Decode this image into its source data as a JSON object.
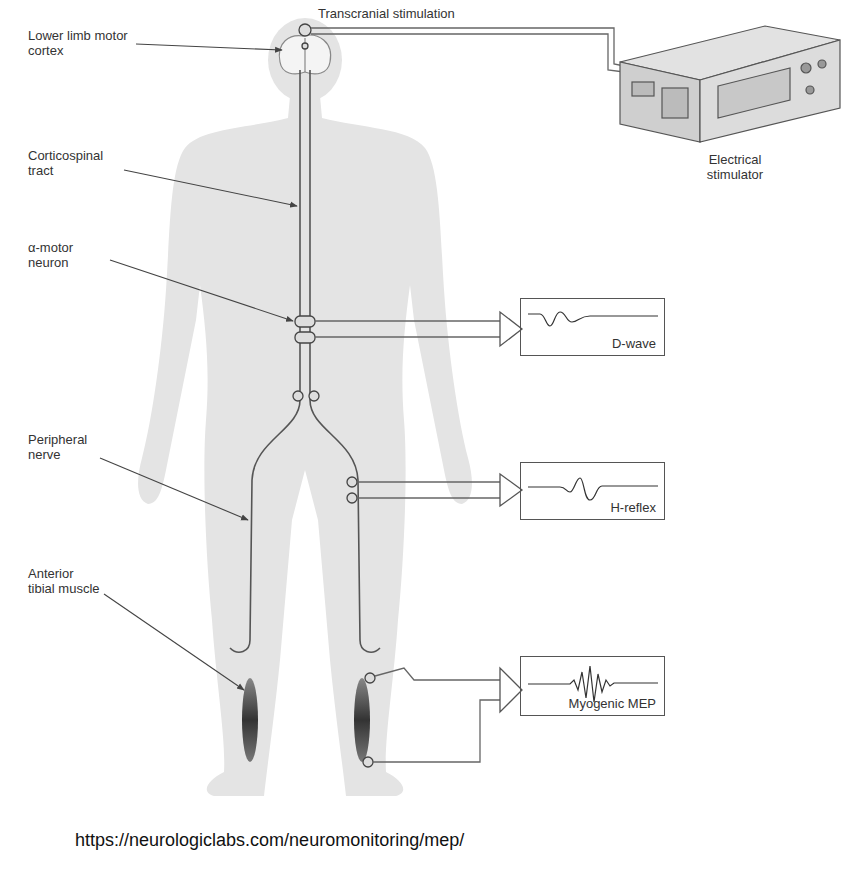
{
  "diagram": {
    "nodes": [
      {
        "text": [
          "Electrical stimulator"
        ]
      },
      {
        "text": [
          "D-wave"
        ]
      },
      {
        "text": [
          "H-reflex"
        ]
      },
      {
        "text": [
          "Myogenic MEP"
        ]
      }
    ],
    "labels": [
      "Transcranial stimulation",
      "Lower limb motor cortex",
      "Corticospinal tract",
      "α-motor neuron",
      "Peripheral nerve",
      "Anterior tibial muscle",
      "https://neurologiclabs.com/neuromonitoring/mep/"
    ]
  }
}
